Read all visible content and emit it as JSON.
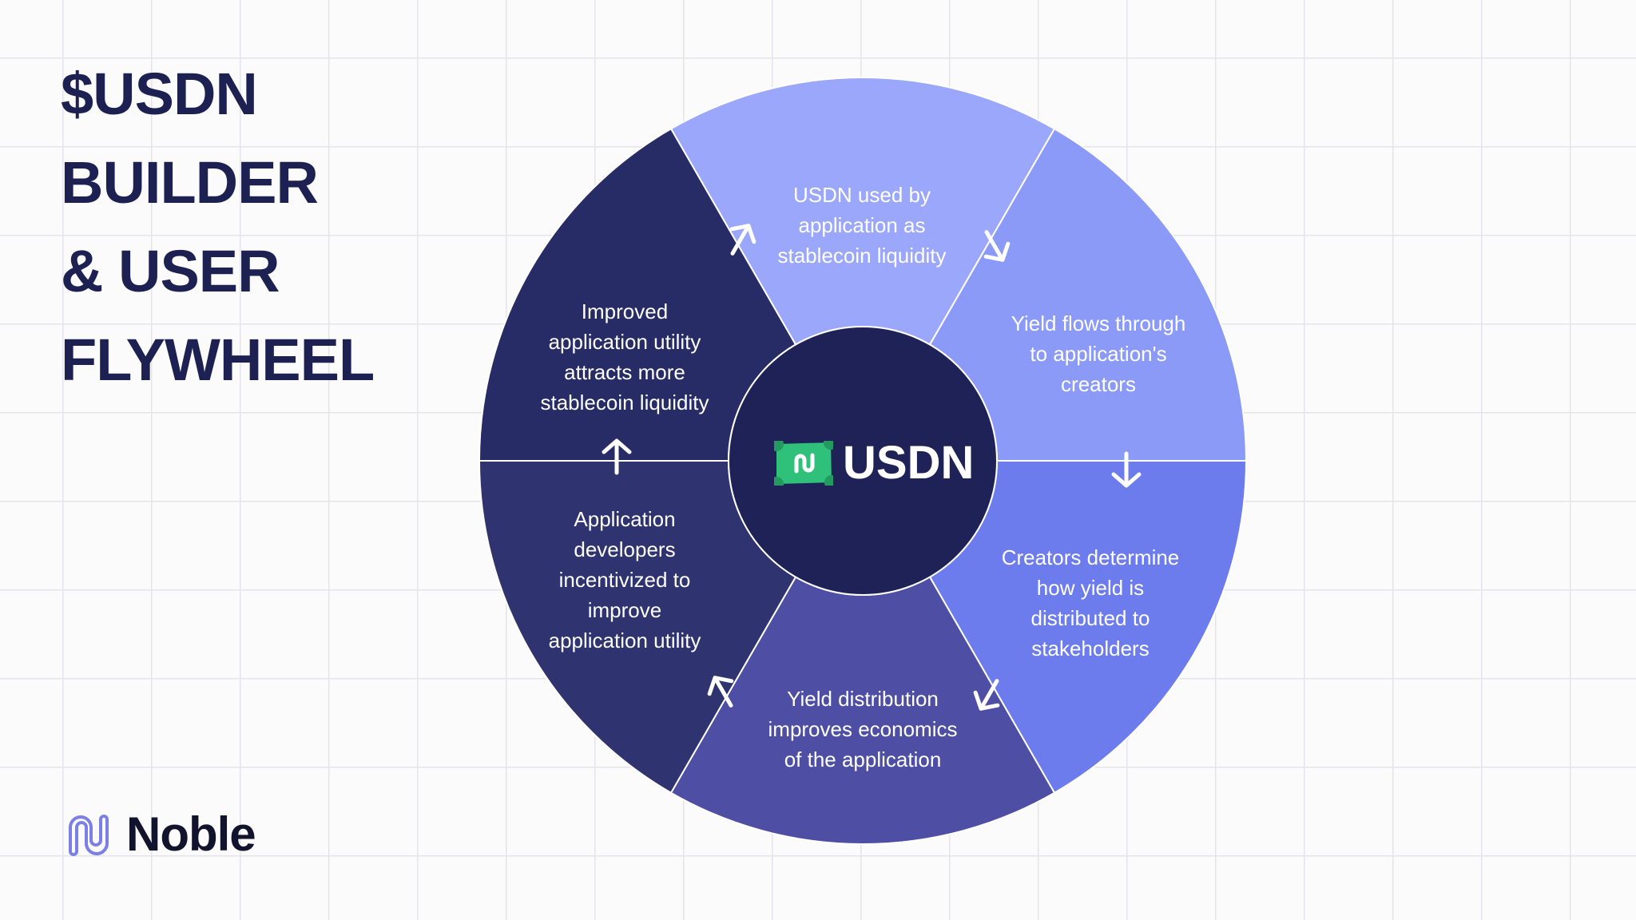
{
  "title": {
    "lines": [
      "$USDN",
      "BUILDER",
      "& USER",
      "FLYWHEEL"
    ]
  },
  "brand": {
    "name": "Noble",
    "logo_icon": "noble-logo-icon",
    "accent": "#7b7fe6"
  },
  "center": {
    "label": "USDN",
    "icon": "usdn-banknote-icon",
    "icon_color": "#2fc07a",
    "color": "#1f2257"
  },
  "wedges": [
    {
      "text": [
        "USDN used by",
        "application as",
        "stablecoin liquidity"
      ],
      "color": "#9ba7fb"
    },
    {
      "text": [
        "Yield flows through",
        "to application's",
        "creators"
      ],
      "color": "#8c9af7"
    },
    {
      "text": [
        "Creators determine",
        "how yield is",
        "distributed to",
        "stakeholders"
      ],
      "color": "#6d7cec"
    },
    {
      "text": [
        "Yield distribution",
        "improves economics",
        "of the application"
      ],
      "color": "#4e4fa4"
    },
    {
      "text": [
        "Application",
        "developers",
        "incentivized to",
        "improve",
        "application utility"
      ],
      "color": "#2f336f"
    },
    {
      "text": [
        "Improved",
        "application utility",
        "attracts more",
        "stablecoin liquidity"
      ],
      "color": "#272b66"
    }
  ]
}
